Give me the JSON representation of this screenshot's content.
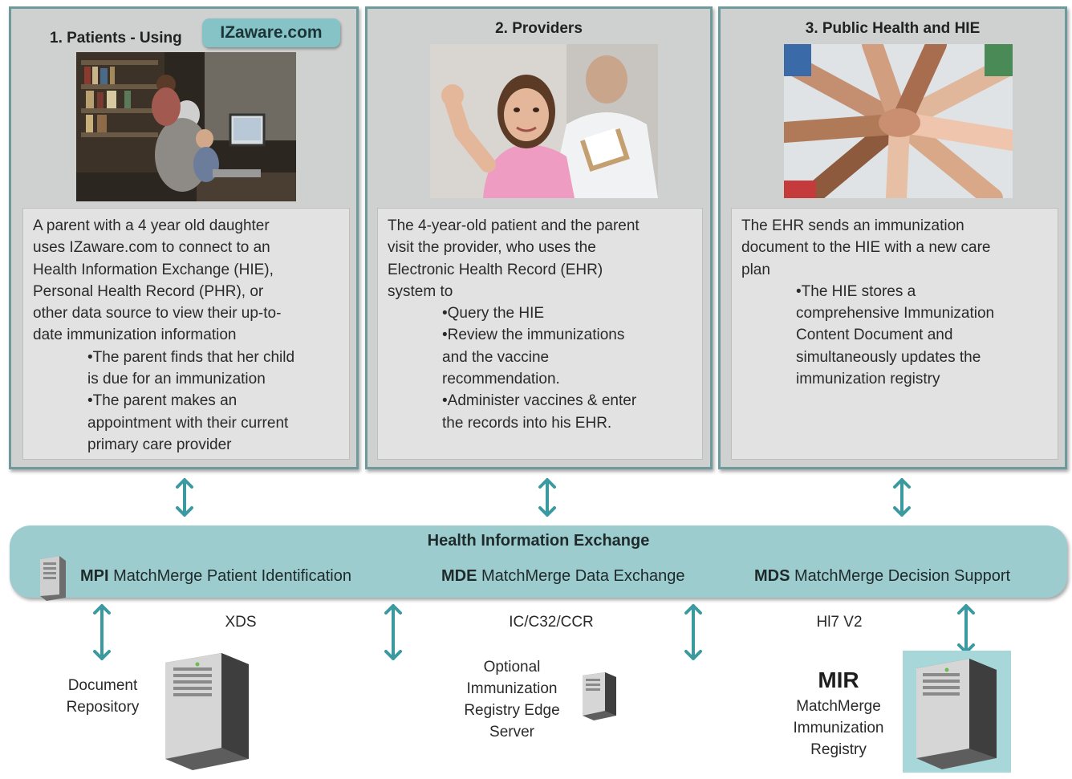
{
  "panels": [
    {
      "title_prefix": "1. Patients - Using",
      "badge": "IZaware.com",
      "intro": [
        "A parent with a 4 year old daughter",
        "uses IZaware.com to connect to an",
        "Health Information Exchange (HIE),",
        "Personal Health Record (PHR), or",
        "other data source to view their up-to-",
        "date immunization information"
      ],
      "bullets": [
        "The parent finds that her child",
        "is due for an immunization",
        "The parent makes an",
        "appointment with their current",
        "primary care provider"
      ]
    },
    {
      "title": "2. Providers",
      "intro": [
        "The 4-year-old patient and the parent",
        "visit the provider, who uses the",
        "Electronic Health Record (EHR)",
        "system to"
      ],
      "bullets": [
        "Query the HIE",
        "Review the immunizations",
        "and the vaccine",
        "recommendation.",
        "Administer vaccines & enter",
        "the records into his EHR."
      ]
    },
    {
      "title": "3. Public Health and HIE",
      "intro": [
        "The EHR sends an immunization",
        "document to the HIE with a new care",
        "plan"
      ],
      "bullets": [
        "The HIE stores a",
        "comprehensive Immunization",
        "Content Document and",
        "simultaneously updates the",
        "immunization registry"
      ]
    }
  ],
  "hie": {
    "title": "Health Information  Exchange",
    "items": [
      {
        "abbr": "MPI",
        "name": "MatchMerge Patient Identification"
      },
      {
        "abbr": "MDE",
        "name": "MatchMerge Data Exchange"
      },
      {
        "abbr": "MDS",
        "name": "MatchMerge Decision Support"
      }
    ]
  },
  "protocols": [
    "XDS",
    "IC/C32/CCR",
    "Hl7 V2"
  ],
  "bottom": {
    "doc_repo": [
      "Document",
      "Repository"
    ],
    "edge": [
      "Optional",
      "Immunization",
      "Registry Edge",
      "Server"
    ],
    "mir_title": "MIR",
    "mir_lines": [
      "MatchMerge",
      "Immunization",
      "Registry"
    ]
  },
  "colors": {
    "teal": "#3a9aa0",
    "hie_band": "#9dccce",
    "badge": "#86c3c6",
    "panel": "#cfd0d0"
  },
  "icons": [
    "server-icon",
    "double-arrow-icon"
  ]
}
